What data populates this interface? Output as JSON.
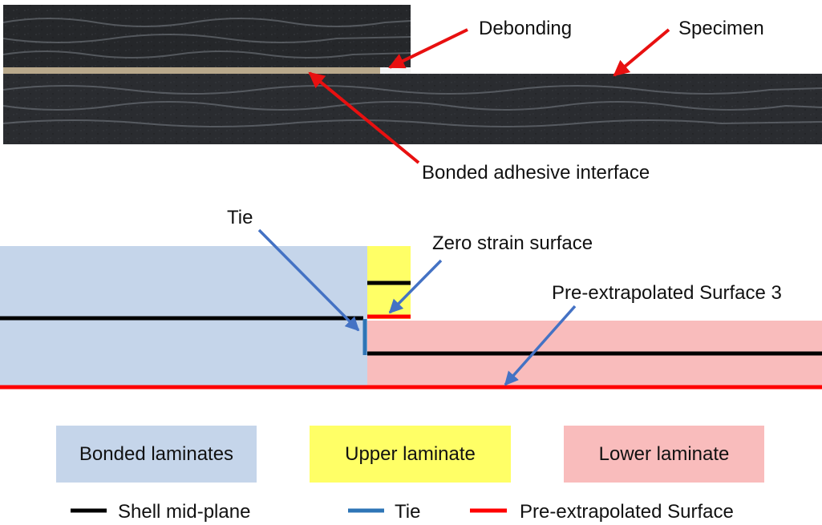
{
  "photo_labels": {
    "debonding": "Debonding",
    "specimen": "Specimen",
    "interface": "Bonded adhesive interface"
  },
  "model_labels": {
    "tie": "Tie",
    "zero_strain": "Zero strain surface",
    "pre_surface": "Pre-extrapolated Surface 3"
  },
  "legend_boxes": {
    "bonded": "Bonded laminates",
    "upper": "Upper laminate",
    "lower": "Lower laminate"
  },
  "legend_lines": {
    "mid_plane": "Shell mid-plane",
    "tie": "Tie",
    "pre_surface": "Pre-extrapolated Surface"
  },
  "colors": {
    "bonded_fill": "#c5d5ea",
    "upper_fill": "#ffff66",
    "lower_fill": "#f9bcbc",
    "mid_plane": "#000000",
    "tie": "#2e75b6",
    "pre_surface": "#ff0000",
    "arrow_red": "#e81010",
    "arrow_blue": "#4472c4",
    "laminate_dark": "#25272a",
    "adhesive": "#b9a98c"
  }
}
